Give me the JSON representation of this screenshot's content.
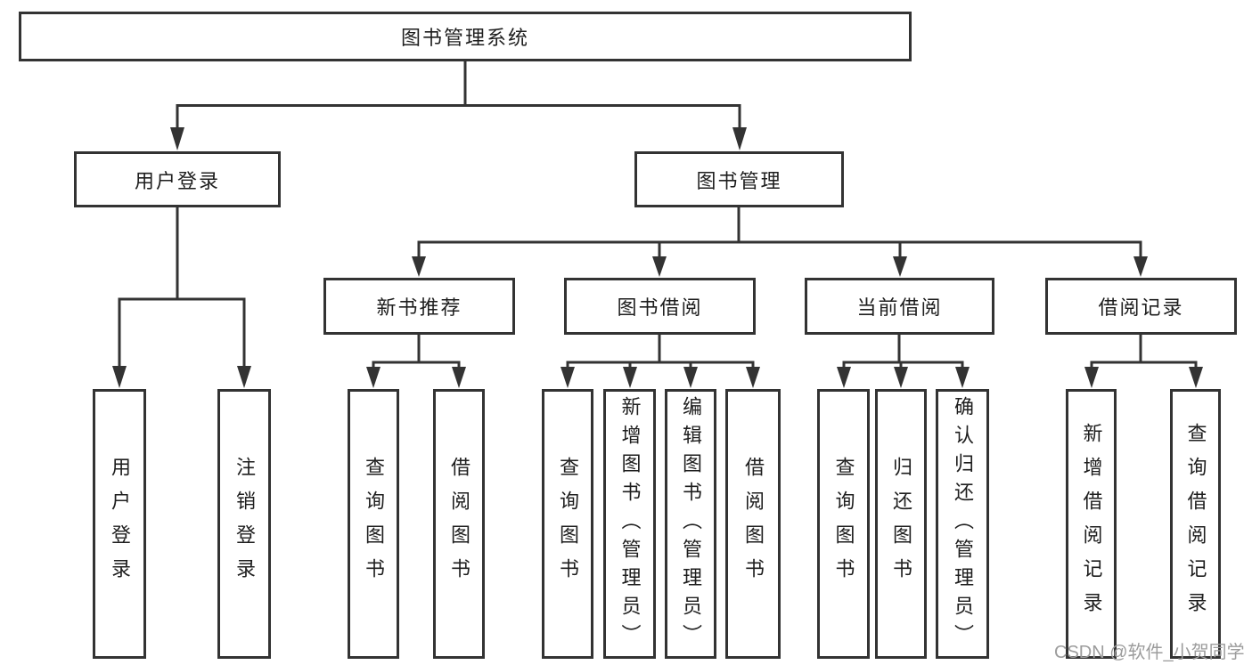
{
  "colors": {
    "line": "#333333",
    "text": "#1e1e1e",
    "watermark": "#9c9c9c"
  },
  "tree": {
    "root": {
      "label": "图书管理系统"
    },
    "branches": [
      {
        "label": "用户登录",
        "children": [
          {
            "label": "用户登录"
          },
          {
            "label": "注销登录"
          }
        ]
      },
      {
        "label": "图书管理",
        "children": [
          {
            "label": "新书推荐",
            "children": [
              {
                "label": "查询图书"
              },
              {
                "label": "借阅图书"
              }
            ]
          },
          {
            "label": "图书借阅",
            "children": [
              {
                "label": "查询图书"
              },
              {
                "label": "新增图书（管理员）"
              },
              {
                "label": "编辑图书（管理员）"
              },
              {
                "label": "借阅图书"
              }
            ]
          },
          {
            "label": "当前借阅",
            "children": [
              {
                "label": "查询图书"
              },
              {
                "label": "归还图书"
              },
              {
                "label": "确认归还（管理员）"
              }
            ]
          },
          {
            "label": "借阅记录",
            "children": [
              {
                "label": "新增借阅记录"
              },
              {
                "label": "查询借阅记录"
              }
            ]
          }
        ]
      }
    ]
  },
  "watermark": {
    "text": "CSDN @软件_小贺同学"
  }
}
